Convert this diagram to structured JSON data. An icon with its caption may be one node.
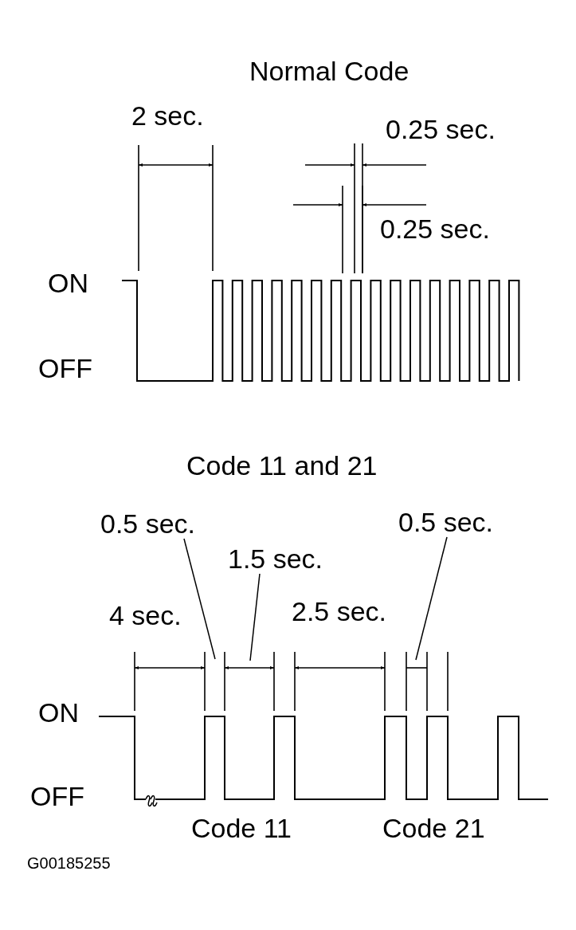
{
  "diagram": {
    "nodes": [
      {
        "text": [
          "0.5 sec."
        ]
      },
      {
        "text": [
          "1.5 sec."
        ]
      },
      {
        "text": [
          "0.5 sec."
        ]
      }
    ],
    "edges": [
      {
        "from": 0,
        "to": null,
        "arrow": "none"
      },
      {
        "from": 1,
        "to": null,
        "arrow": "none"
      },
      {
        "from": 2,
        "to": null,
        "arrow": "none"
      }
    ],
    "labels": [
      "Normal Code",
      "2 sec.",
      "0.25 sec.",
      "0.25 sec.",
      "ON",
      "OFF",
      "Code 11 and 21",
      "4 sec.",
      "2.5 sec.",
      "ON",
      "OFF",
      "Code 11",
      "Code 21",
      "G00185255"
    ]
  }
}
